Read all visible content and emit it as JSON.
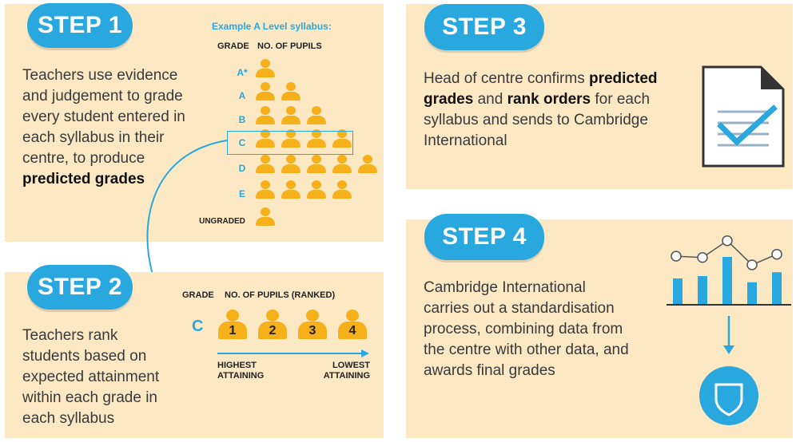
{
  "step1": {
    "badge": "STEP 1",
    "text_plain": "Teachers use evidence and judgement to grade every student entered in each syllabus in their centre, to produce",
    "text_bold": "predicted grades",
    "example_title": "Example A Level syllabus:",
    "col_grade": "GRADE",
    "col_pupils": "NO. OF PUPILS",
    "grades": [
      {
        "label": "A*",
        "count": 1
      },
      {
        "label": "A",
        "count": 2
      },
      {
        "label": "B",
        "count": 3
      },
      {
        "label": "C",
        "count": 4
      },
      {
        "label": "D",
        "count": 5
      },
      {
        "label": "E",
        "count": 4
      },
      {
        "label": "UNGRADED",
        "count": 1
      }
    ]
  },
  "step2": {
    "badge": "STEP 2",
    "text": "Teachers rank students based on expected attainment within each grade in each syllabus",
    "col_grade": "GRADE",
    "col_pupils": "NO. OF PUPILS (RANKED)",
    "grade_label": "C",
    "ranks": [
      "1",
      "2",
      "3",
      "4"
    ],
    "highest": "HIGHEST ATTAINING",
    "lowest": "LOWEST ATTAINING"
  },
  "step3": {
    "badge": "STEP 3",
    "text_1": "Head of centre confirms",
    "bold_1": "predicted grades",
    "text_2": "and",
    "bold_2": "rank orders",
    "text_3": "for each syllabus and sends to Cambridge International",
    "icon": "document-check-icon"
  },
  "step4": {
    "badge": "STEP 4",
    "text": "Cambridge International carries out a standardisation process, combining data from the centre with other data, and awards final grades",
    "icons": [
      "bar-line-chart-icon",
      "down-arrow-icon",
      "shield-icon"
    ],
    "chart_bars": [
      0.55,
      0.6,
      1.0,
      0.47,
      0.68
    ],
    "chart_line": [
      0.62,
      0.67,
      0.05,
      0.94,
      0.55
    ]
  },
  "colors": {
    "panel": "#fde8c4",
    "accent_blue": "#29a8e0",
    "person_orange": "#f6b01a"
  }
}
